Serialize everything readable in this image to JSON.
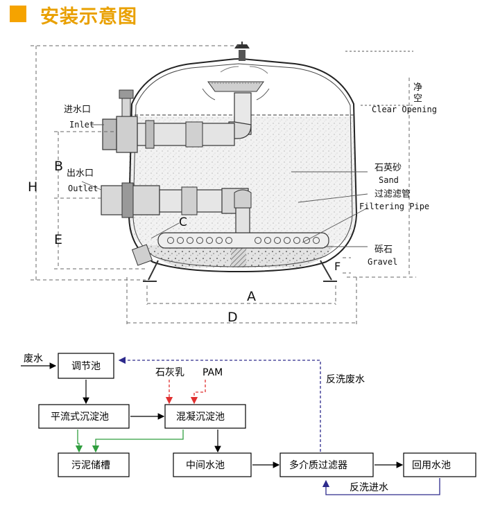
{
  "header": {
    "title": "安装示意图",
    "accent": "#f5a300"
  },
  "tank": {
    "inlet_cn": "进水口",
    "inlet_en": "Inlet",
    "outlet_cn": "出水口",
    "outlet_en": "Outlet",
    "clear_cn_1": "净",
    "clear_cn_2": "空",
    "clear_en": "Clear Opening",
    "sand_cn": "石英砂",
    "sand_en": "Sand",
    "pipe_cn": "过滤滤管",
    "pipe_en": "Filtering Pipe",
    "gravel_cn": "砾石",
    "gravel_en": "Gravel",
    "dim_h": "H",
    "dim_b": "B",
    "dim_e": "E",
    "dim_c": "C",
    "dim_a": "A",
    "dim_d": "D",
    "dim_f": "F"
  },
  "flow": {
    "waste_water": "废水",
    "box_tiaojie": "调节池",
    "lime": "石灰乳",
    "pam": "PAM",
    "backwash_waste": "反洗废水",
    "box_pingliu": "平流式沉淀池",
    "box_hunning": "混凝沉淀池",
    "box_wuni": "污泥储槽",
    "box_zhongjian": "中间水池",
    "box_duojie": "多介质过滤器",
    "box_huiyong": "回用水池",
    "backwash_in": "反洗进水",
    "colors": {
      "black": "#000000",
      "green": "#2f9e3e",
      "red": "#e03030",
      "blue": "#2d2a8c"
    }
  }
}
